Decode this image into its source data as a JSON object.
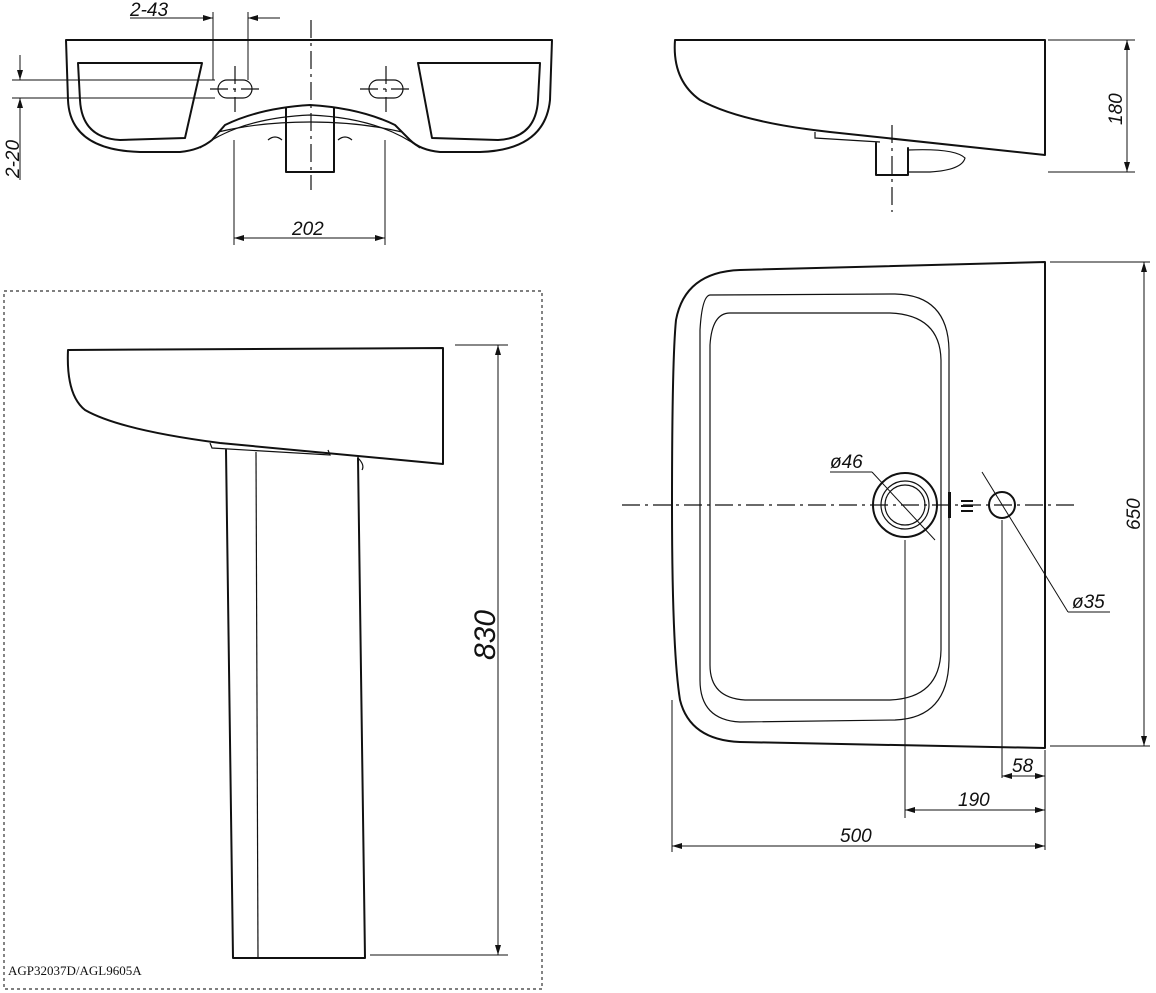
{
  "model_code": "AGP32037D/AGL9605A",
  "top_view": {
    "faucet_hole_spacing_label": "2-43",
    "overflow_label": "2-20",
    "bracket_width_label": "202"
  },
  "side_view": {
    "height_label": "180"
  },
  "pedestal_view": {
    "height_label": "830"
  },
  "plan_view": {
    "drain_diameter_label": "ø46",
    "tap_hole_diameter_label": "ø35",
    "depth_label": "650",
    "tap_offset_label": "58",
    "drain_offset_label": "190",
    "width_label": "500"
  }
}
